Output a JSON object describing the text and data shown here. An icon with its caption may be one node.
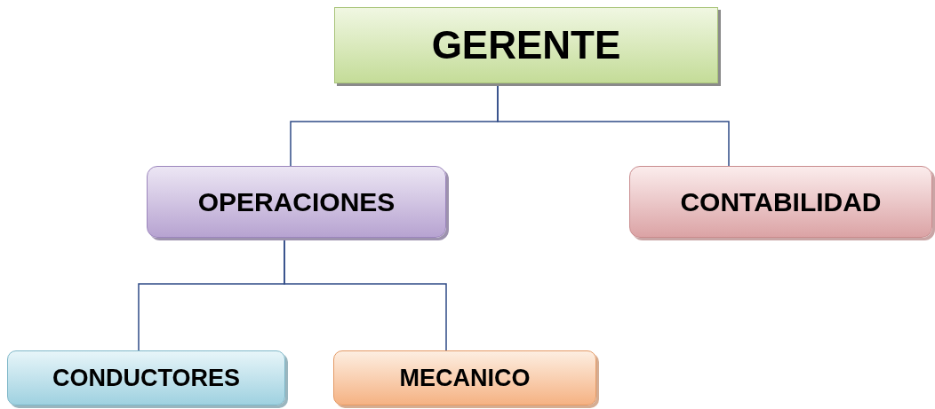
{
  "diagram": {
    "nodes": [
      {
        "text": [
          "GERENTE"
        ]
      },
      {
        "text": [
          "OPERACIONES"
        ]
      },
      {
        "text": [
          "CONTABILIDAD"
        ]
      },
      {
        "text": [
          "CONDUCTORES"
        ]
      },
      {
        "text": [
          "MECANICO"
        ]
      }
    ],
    "edges": [
      {
        "from": 0,
        "to": 1,
        "arrow": "none"
      },
      {
        "from": 0,
        "to": 2,
        "arrow": "none"
      },
      {
        "from": 1,
        "to": 3,
        "arrow": "none"
      },
      {
        "from": 1,
        "to": 4,
        "arrow": "none"
      }
    ]
  }
}
